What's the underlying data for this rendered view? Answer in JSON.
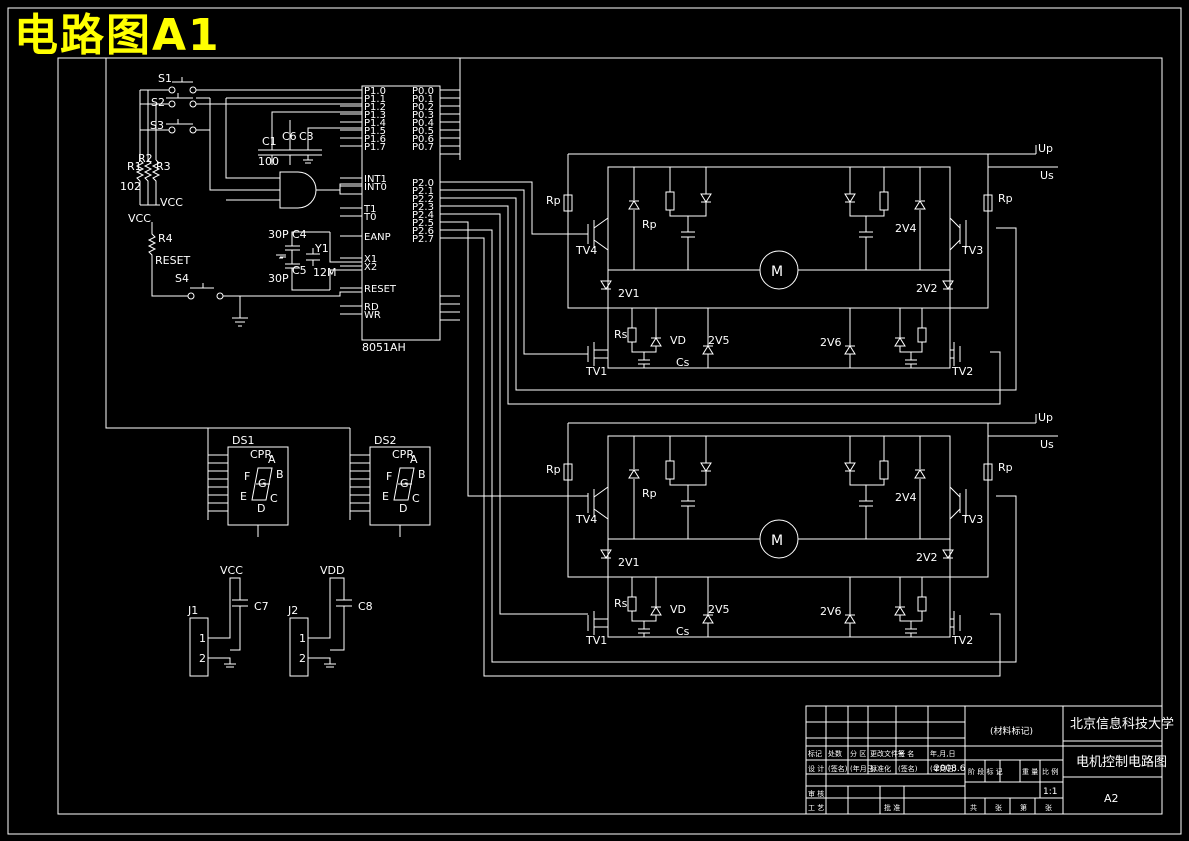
{
  "title": "电路图A1",
  "colors": {
    "bg": "#000000",
    "line": "#ffffff",
    "title": "#ffff00"
  },
  "mcu": {
    "part": "8051AH",
    "left_pins": [
      "P1.0",
      "P1.1",
      "P1.2",
      "P1.3",
      "P1.4",
      "P1.5",
      "P1.6",
      "P1.7",
      "INT1",
      "INT0",
      "T1",
      "T0",
      "EANP",
      "X1",
      "X2",
      "RESET",
      "RD",
      "WR"
    ],
    "right_pins": [
      "P0.0",
      "P0.1",
      "P0.2",
      "P0.3",
      "P0.4",
      "P0.5",
      "P0.6",
      "P0.7",
      "P2.0",
      "P2.1",
      "P2.2",
      "P2.3",
      "P2.4",
      "P2.5",
      "P2.6",
      "P2.7"
    ]
  },
  "labels": {
    "s1": "S1",
    "s2": "S2",
    "s3": "S3",
    "s4": "S4",
    "r1": "R1",
    "r2": "R2",
    "r3": "R3",
    "r4": "R4",
    "r_val": "102",
    "vcc": "VCC",
    "vdd": "VDD",
    "reset": "RESET",
    "c1": "C1",
    "c6": "C6",
    "c3": "C3",
    "c_val": "100",
    "c4": "C4",
    "c5": "C5",
    "c_osc": "30P",
    "y1": "Y1",
    "y_val": "12M",
    "c7": "C7",
    "c8": "C8",
    "j1": "J1",
    "j2": "J2",
    "pin1": "1",
    "pin2": "2",
    "ds1": "DS1",
    "ds2": "DS2",
    "cpr": "CPR",
    "seg_a": "A",
    "seg_b": "B",
    "seg_c": "C",
    "seg_d": "D",
    "seg_e": "E",
    "seg_f": "F",
    "seg_g": "G",
    "up": "Up",
    "us": "Us",
    "rp": "Rp",
    "rs": "Rs",
    "vd": "VD",
    "cs": "Cs",
    "tv1": "TV1",
    "tv2": "TV2",
    "tv3": "TV3",
    "tv4": "TV4",
    "v1": "2V1",
    "v2": "2V2",
    "v4": "2V4",
    "v5": "2V5",
    "v6": "2V6",
    "motor": "M"
  },
  "title_block": {
    "school": "北京信息科技大学",
    "drawing": "电机控制电路图",
    "sheet": "A2",
    "scale": "1:1",
    "date": "2008.6",
    "stamp": "(材料标记)",
    "header_cells": [
      "标记",
      "处数",
      "分 区",
      "更改文件号",
      "签 名",
      "年,月,日"
    ],
    "design_cells": [
      "设 计",
      "(签名)",
      "(年月日)",
      "标准化",
      "(签名)",
      "(年月日)"
    ],
    "approve_cells": [
      "审 核",
      "工 艺",
      "批 准"
    ],
    "stage_cells": [
      "阶 段 标 记",
      "重 量",
      "比 例"
    ],
    "sheet_cells": [
      "共",
      "张",
      "第",
      "张"
    ]
  }
}
